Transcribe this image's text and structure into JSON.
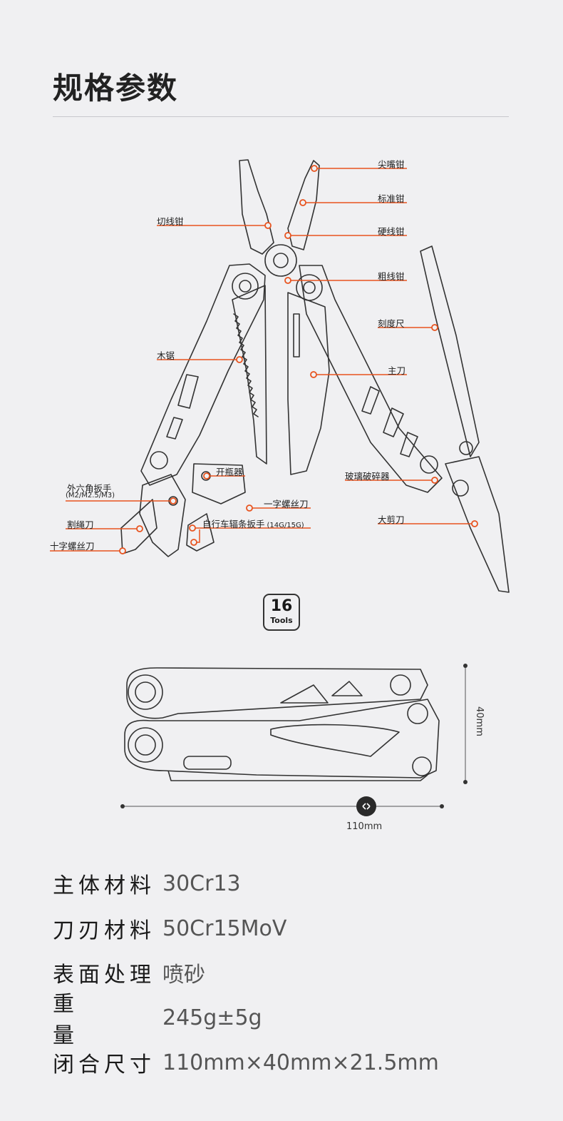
{
  "page_title": "规格参数",
  "tool_labels": {
    "tip_pliers": "尖嘴钳",
    "standard_pliers": "标准钳",
    "wire_cutter": "切线钳",
    "hard_wire_pliers": "硬线钳",
    "thick_wire_pliers": "粗线钳",
    "ruler": "刻度尺",
    "wood_saw": "木锯",
    "main_blade": "主刀",
    "bottle_opener": "开瓶器",
    "glass_breaker": "玻璃破碎器",
    "hex_wrench": "外六角扳手",
    "hex_wrench_sizes": "(M2/M2.5/M3)",
    "flat_screwdriver": "一字螺丝刀",
    "large_scissors": "大剪刀",
    "rope_cutter": "割绳刀",
    "spoke_wrench": "自行车辐条扳手",
    "spoke_wrench_sizes": "(14G/15G)",
    "phillips_screwdriver": "十字螺丝刀"
  },
  "badge": {
    "count": "16",
    "unit": "Tools"
  },
  "dimensions": {
    "height": "40mm",
    "length": "110mm"
  },
  "specs": [
    {
      "key": "主体材料",
      "value": "30Cr13"
    },
    {
      "key": "刀刃材料",
      "value": "50Cr15MoV"
    },
    {
      "key": "表面处理",
      "value": "喷砂"
    },
    {
      "key": "重量",
      "value": "245g±5g"
    },
    {
      "key": "闭合尺寸",
      "value": "110mm×40mm×21.5mm"
    }
  ],
  "colors": {
    "accent": "#e8531e",
    "line": "#333333",
    "background": "#f0f0f2"
  }
}
